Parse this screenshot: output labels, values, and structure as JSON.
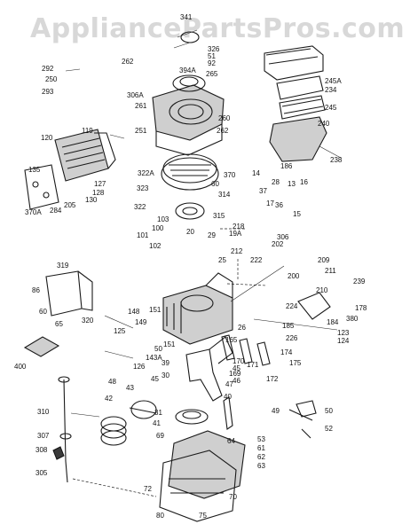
{
  "watermark": "AppliancePartsPros.com",
  "callouts": {
    "c341": "341",
    "c326": "326",
    "c51": "51",
    "c92": "92",
    "c394a": "394A",
    "c292": "292",
    "c250": "250",
    "c293": "293",
    "c262a": "262",
    "c306a": "306A",
    "c265": "265",
    "c261": "261",
    "c260": "260",
    "c245a": "245A",
    "c234": "234",
    "c245": "245",
    "c240": "240",
    "c238": "238",
    "c119": "119",
    "c120": "120",
    "c251": "251",
    "c262b": "262",
    "c322a": "322A",
    "c370": "370",
    "c60": "60",
    "c135": "135",
    "c127": "127",
    "c128": "128",
    "c130": "130",
    "c205": "205",
    "c370a": "370A",
    "c284": "284",
    "c323": "323",
    "c314": "314",
    "c322": "322",
    "c315": "315",
    "c14": "14",
    "c186": "186",
    "c28": "28",
    "c13": "13",
    "c16": "16",
    "c37": "37",
    "c17": "17",
    "c36": "36",
    "c15": "15",
    "c103": "103",
    "c100": "100",
    "c101": "101",
    "c102": "102",
    "c20": "20",
    "c29": "29",
    "c218": "218",
    "c19a": "19A",
    "c306": "306",
    "c212": "212",
    "c202": "202",
    "c222": "222",
    "c25": "25",
    "c319": "319",
    "c86": "86",
    "c60b": "60",
    "c65": "65",
    "c320": "320",
    "c209": "209",
    "c211": "211",
    "c200": "200",
    "c210": "210",
    "c239": "239",
    "c178": "178",
    "c380": "380",
    "c224": "224",
    "c185": "185",
    "c184": "184",
    "c123": "123",
    "c124": "124",
    "c226": "226",
    "c125": "125",
    "c149": "149",
    "c151a": "151",
    "c148": "148",
    "c151b": "151",
    "c165": "165",
    "c26": "26",
    "c400": "400",
    "c50a": "50",
    "c143a": "143A",
    "c126": "126",
    "c170": "170",
    "c171": "171",
    "c169": "169",
    "c172": "172",
    "c174": "174",
    "c175": "175",
    "c39": "39",
    "c30": "30",
    "c45a": "45",
    "c45b": "45",
    "c40": "40",
    "c48": "48",
    "c43": "43",
    "c46": "46",
    "c42": "42",
    "c47": "47",
    "c310": "310",
    "c31": "31",
    "c41": "41",
    "c49": "49",
    "c50b": "50",
    "c52": "52",
    "c307": "307",
    "c69": "69",
    "c64": "64",
    "c53": "53",
    "c61": "61",
    "c62": "62",
    "c63": "63",
    "c308": "308",
    "c305": "305",
    "c72": "72",
    "c70": "70",
    "c80": "80",
    "c75": "75"
  }
}
